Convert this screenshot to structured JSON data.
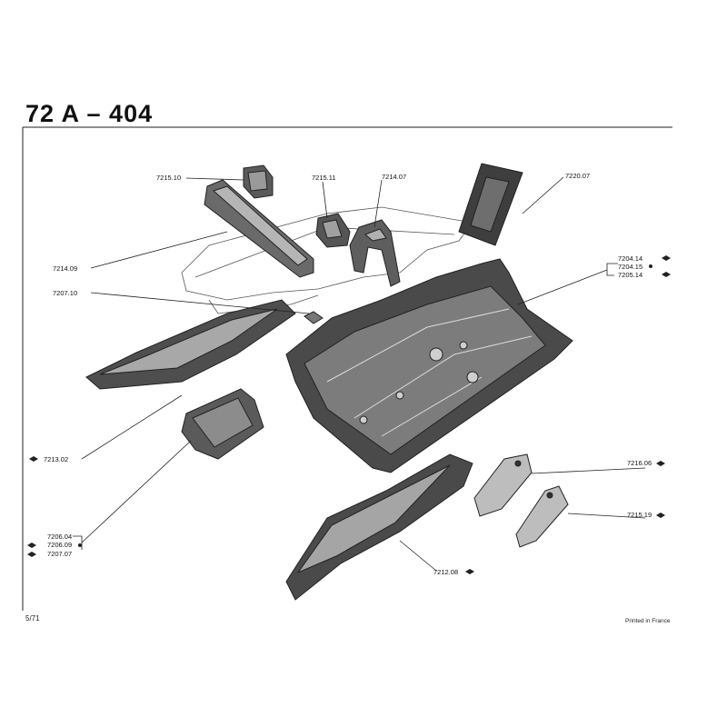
{
  "header": {
    "title": "72 A – 404"
  },
  "callouts": {
    "c7215_10": "7215.10",
    "c7215_11": "7215.11",
    "c7214_07": "7214.07",
    "c7220_07": "7220.07",
    "c7214_09": "7214.09",
    "c7207_10": "7207.10",
    "c7204_14": "7204.14",
    "c7204_15": "7204.15",
    "c7205_14": "7205.14",
    "c7213_02": "7213.02",
    "c7216_06": "7216.06",
    "c7215_19": "7215.19",
    "c7206_04": "7206.04",
    "c7206_09": "7206.09",
    "c7207_07": "7207.07",
    "c7212_08": "7212.08"
  },
  "footer": {
    "page": "5/71",
    "printed": "Printed in France"
  }
}
